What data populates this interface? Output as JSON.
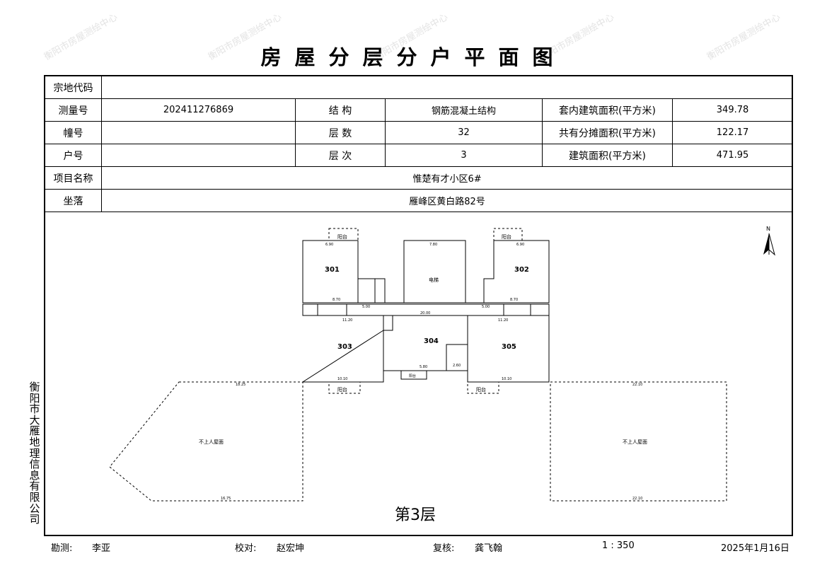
{
  "title": "房屋分层分户平面图",
  "watermark": "衡阳市房屋测绘中心",
  "info": {
    "zongdi_label": "宗地代码",
    "zongdi_value": "",
    "survey_no_label": "测量号",
    "survey_no_value": "202411276869",
    "structure_label": "结 构",
    "structure_value": "钢筋混凝土结构",
    "inner_area_label": "套内建筑面积(平方米)",
    "inner_area_value": "349.78",
    "building_no_label": "幢号",
    "building_no_value": "",
    "floors_label": "层 数",
    "floors_value": "32",
    "shared_area_label": "共有分摊面积(平方米)",
    "shared_area_value": "122.17",
    "unit_no_label": "户号",
    "unit_no_value": "",
    "floor_label": "层 次",
    "floor_value": "3",
    "build_area_label": "建筑面积(平方米)",
    "build_area_value": "471.95",
    "project_label": "项目名称",
    "project_value": "惟楚有才小区6#",
    "location_label": "坐落",
    "location_value": "雁峰区黄白路82号"
  },
  "plan": {
    "floor_caption": "第3层",
    "north": "N",
    "units": [
      "301",
      "302",
      "303",
      "304",
      "305"
    ],
    "elevator": "电梯",
    "terrace": "不上人屋面",
    "balcony": "阳台",
    "dims": {
      "d690": "6.90",
      "d780": "7.80",
      "d870": "8.70",
      "d500": "5.00",
      "d2000": "20.00",
      "d1120": "11.20",
      "d1010": "10.10",
      "d580": "5.80",
      "d260": "2.60",
      "d2210": "22.10",
      "d1675": "16.75",
      "d1825": "18.25"
    }
  },
  "side_text": "衡阳市大雁地理信息有限公司",
  "footer": {
    "surveyor_label": "勘测:",
    "surveyor": "李亚",
    "checker_label": "校对:",
    "checker": "赵宏坤",
    "reviewer_label": "复核:",
    "reviewer": "龚飞翰",
    "scale": "1 : 350",
    "date": "2025年1月16日"
  }
}
